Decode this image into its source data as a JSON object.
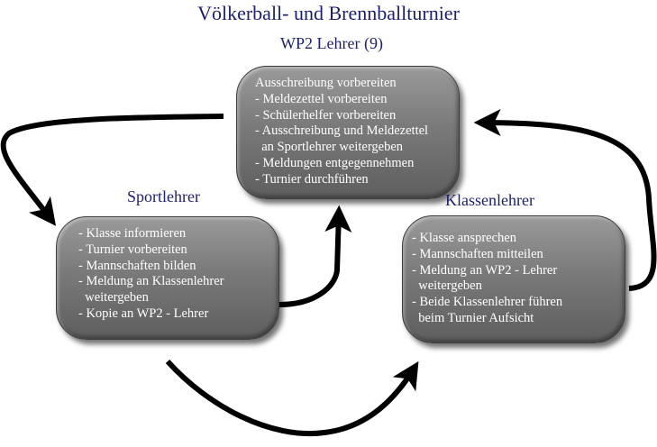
{
  "title": "Völkerball- und Brennballturnier",
  "wp2": {
    "heading": "WP2 Lehrer (9)",
    "items": [
      "Ausschreibung vorbereiten",
      "- Meldezettel vorbereiten",
      "- Schülerhelfer vorbereiten",
      "- Ausschreibung und Meldezettel",
      "  an Sportlehrer weitergeben",
      "- Meldungen entgegennehmen",
      "- Turnier durchführen"
    ]
  },
  "sport": {
    "heading": "Sportlehrer",
    "items": [
      "- Klasse informieren",
      "- Turnier vorbereiten",
      "- Mannschaften bilden",
      "- Meldung an Klassenlehrer",
      "  weitergeben",
      "- Kopie an WP2 - Lehrer"
    ]
  },
  "klasse": {
    "heading": "Klassenlehrer",
    "items": [
      "- Klasse ansprechen",
      "- Mannschaften mitteilen",
      "- Meldung an WP2 - Lehrer",
      "  weitergeben",
      "- Beide Klassenlehrer führen",
      "  beim Turnier Aufsicht"
    ]
  }
}
